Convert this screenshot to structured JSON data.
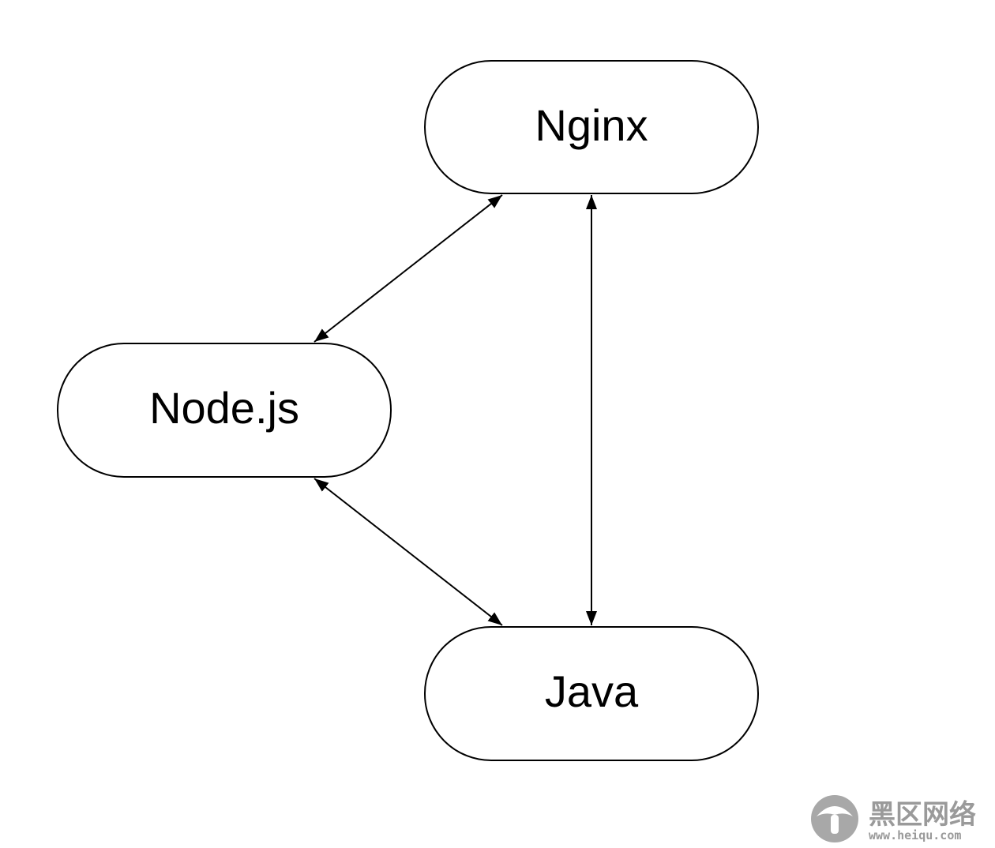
{
  "diagram": {
    "nodes": {
      "nginx": {
        "label": "Nginx"
      },
      "nodejs": {
        "label": "Node.js"
      },
      "java": {
        "label": "Java"
      }
    },
    "edges": [
      {
        "from": "nodejs",
        "to": "nginx",
        "direction": "both"
      },
      {
        "from": "nginx",
        "to": "java",
        "direction": "both"
      },
      {
        "from": "nodejs",
        "to": "java",
        "direction": "both"
      }
    ]
  },
  "watermark": {
    "icon": "mushroom-logo-icon",
    "title": "黑区网络",
    "url": "www.heiqu.com",
    "color": "#9a9a9a"
  }
}
